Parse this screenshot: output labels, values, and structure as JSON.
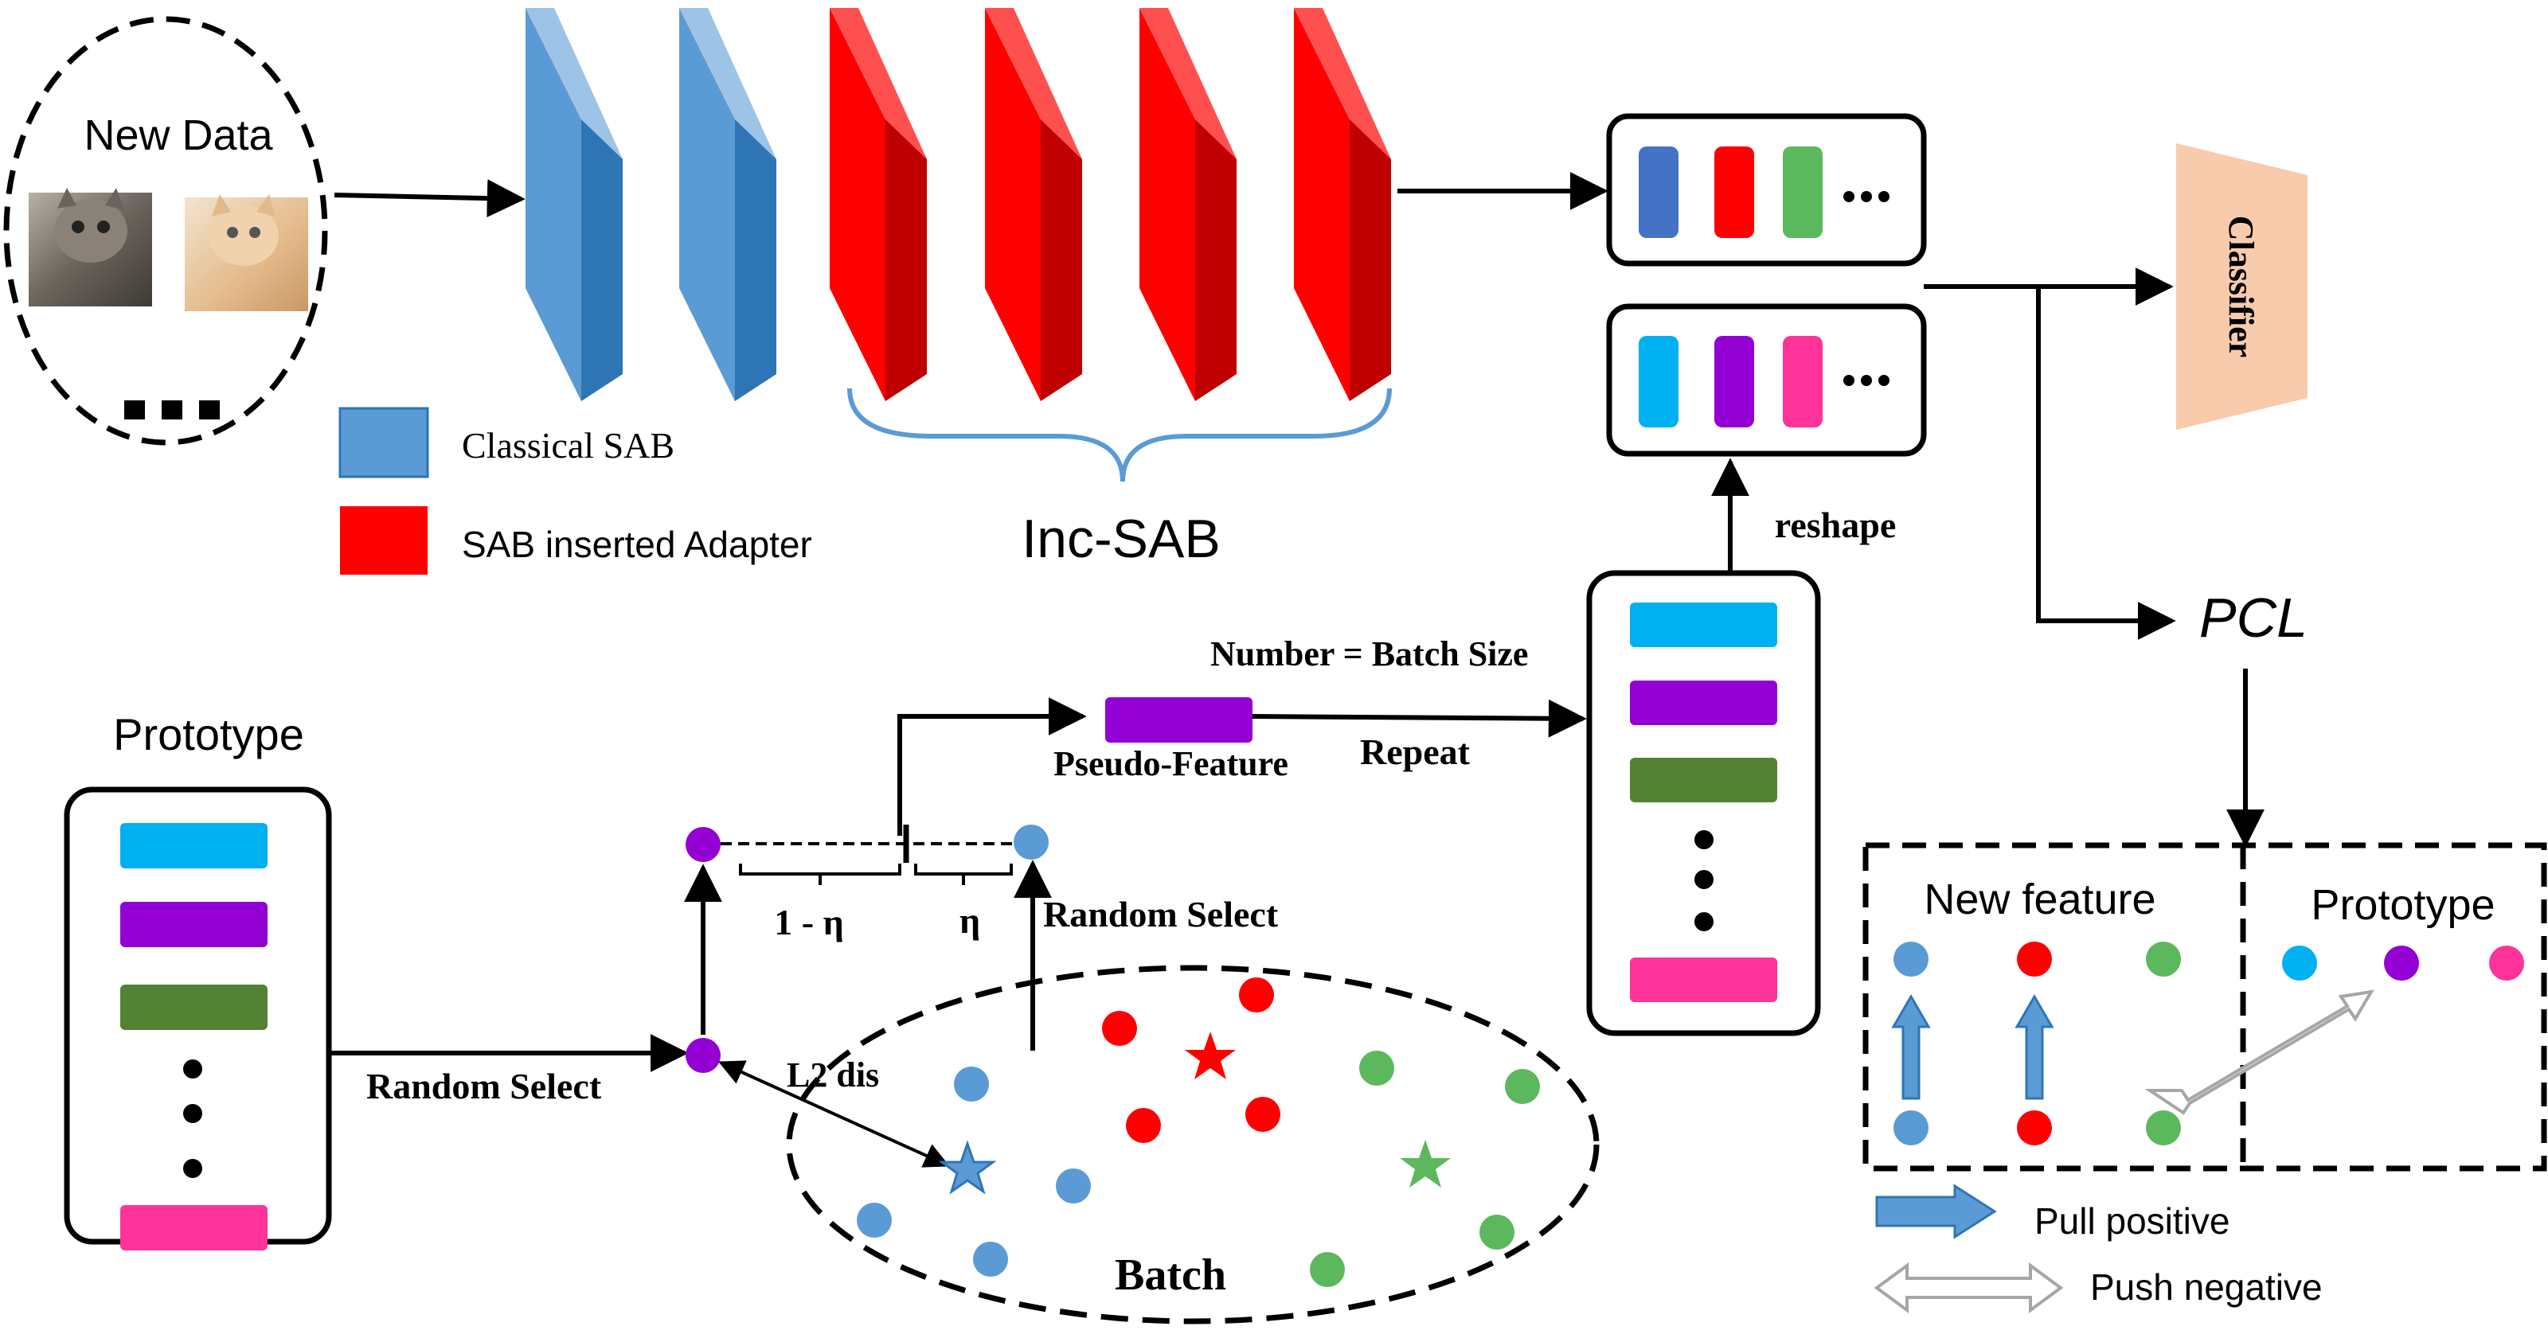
{
  "input": {
    "title": "New Data",
    "ellipsis": "..."
  },
  "legend": {
    "classical_label": "Classical SAB",
    "classical_color": "#5b9bd5",
    "adapter_label": "SAB inserted Adapter",
    "adapter_color": "#ff0000"
  },
  "inc_sab_label": "Inc-SAB",
  "classifier_label": "Classifier",
  "pcl_label": "PCL",
  "reshape_label": "reshape",
  "prototype_title": "Prototype",
  "labels": {
    "number_batch_size": "Number = Batch Size",
    "pseudo_feature": "Pseudo-Feature",
    "repeat": "Repeat",
    "random_select_left": "Random Select",
    "random_select_right": "Random Select",
    "l2_dis": "L2 dis",
    "one_minus_eta": "1 - η",
    "eta": "η",
    "batch": "Batch"
  },
  "pcl_box": {
    "new_feature": "New feature",
    "prototype": "Prototype"
  },
  "pcl_legend": {
    "pull": "Pull positive",
    "push": "Push negative"
  },
  "colors": {
    "cyan": "#00b0f0",
    "purple": "#9400d3",
    "green_dark": "#548235",
    "pink": "#ff3399",
    "blue_dot": "#5b9bd5",
    "red_dot": "#ff0000",
    "green_dot": "#5cb85c",
    "classifier": "#f8cbad",
    "feature_blue": "#4472c4",
    "feature_green": "#5cb85c"
  }
}
